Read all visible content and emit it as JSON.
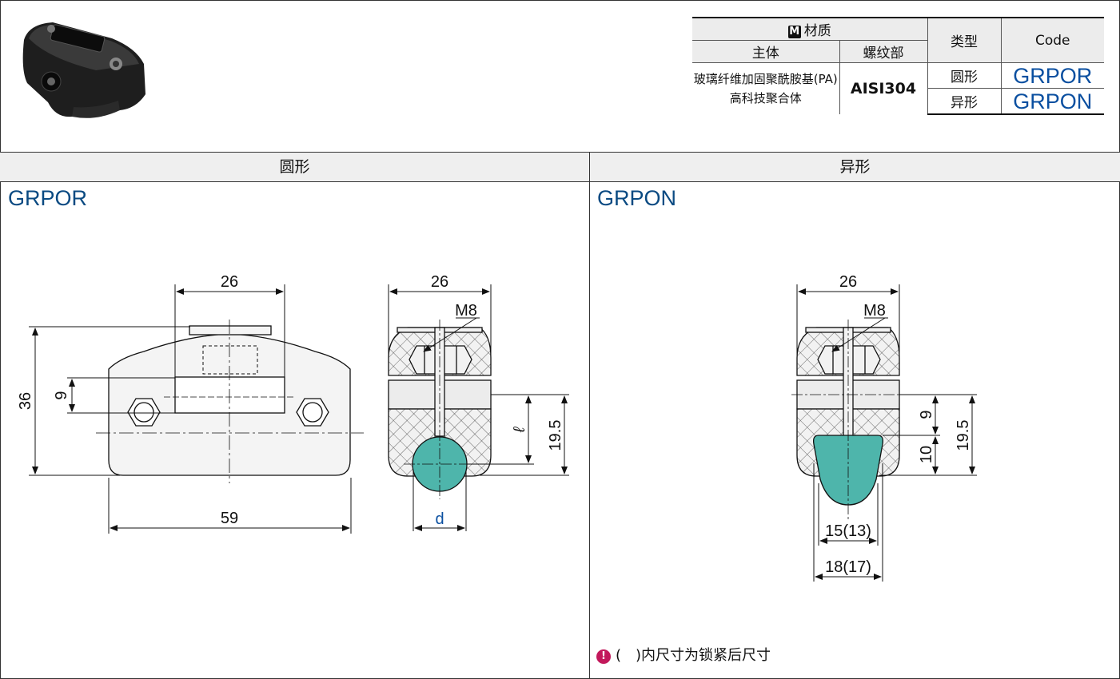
{
  "material_table": {
    "header": {
      "badge": "M",
      "material": "材质",
      "body_col": "主体",
      "thread_col": "螺纹部",
      "type_col": "类型",
      "code_col": "Code"
    },
    "body_line1": "玻璃纤维加固聚酰胺基(PA)",
    "body_line2": "高科技聚合体",
    "thread": "AISI304",
    "rows": [
      {
        "type": "圆形",
        "code": "GRPOR"
      },
      {
        "type": "异形",
        "code": "GRPON"
      }
    ]
  },
  "sections": {
    "left_label": "圆形",
    "right_label": "异形",
    "left_code": "GRPOR",
    "right_code": "GRPON"
  },
  "left_front": {
    "width_top": "26",
    "height": "36",
    "slot": "9",
    "width_bottom": "59"
  },
  "left_side": {
    "width": "26",
    "thread": "M8",
    "ell": "ℓ",
    "h": "19.5",
    "d": "d"
  },
  "right_side": {
    "width": "26",
    "thread": "M8",
    "dim9": "9",
    "dim10": "10",
    "h": "19.5",
    "w15": "15(13)",
    "w18": "18(17)"
  },
  "note": {
    "icon": "!",
    "text": "(　)内尺寸为锁紧后尺寸"
  },
  "colors": {
    "code_blue": "#0a4fa0",
    "insert_teal": "#4eb5ab",
    "note_icon": "#c2185b"
  }
}
